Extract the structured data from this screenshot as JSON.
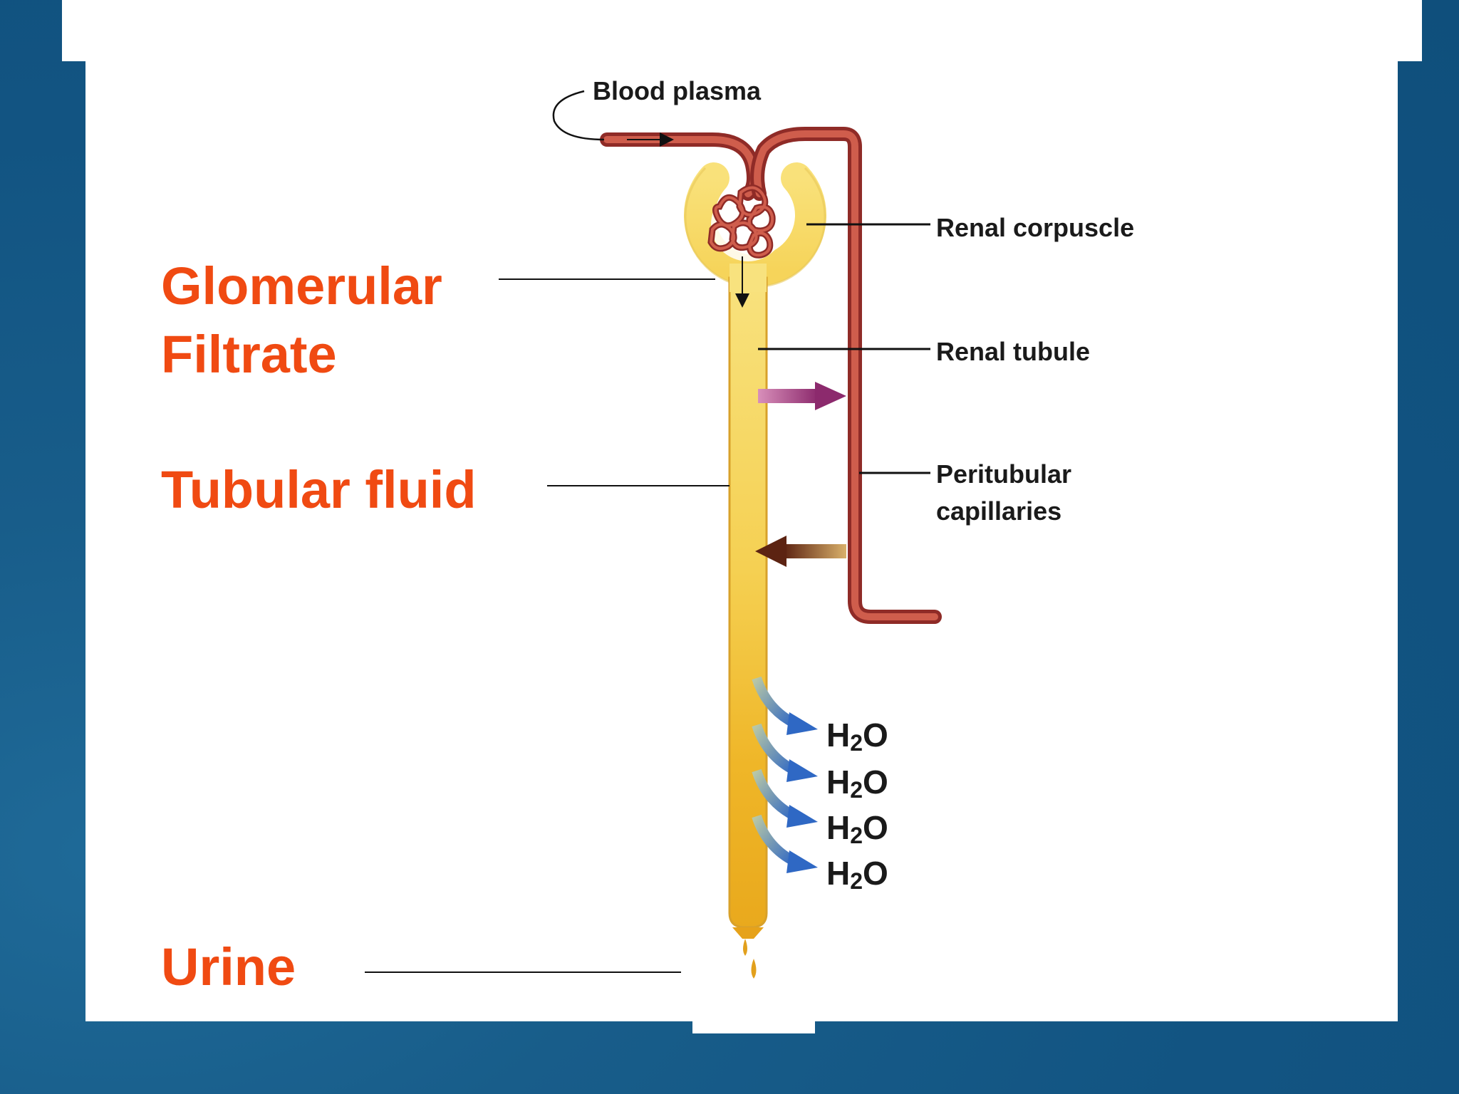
{
  "labels": {
    "blood_plasma": "Blood plasma",
    "renal_corpuscle": "Renal corpuscle",
    "renal_tubule": "Renal tubule",
    "peritubular_line1": "Peritubular",
    "peritubular_line2": "capillaries",
    "water": "H",
    "water_sub": "2",
    "water_tail": "O"
  },
  "stages": {
    "glomerular_line1": "Glomerular",
    "glomerular_line2": "Filtrate",
    "tubular_fluid": "Tubular fluid",
    "urine": "Urine"
  },
  "colors": {
    "stage_label": "#f04a12",
    "vessel": "#b03a34",
    "tubule": "#f2c136",
    "water_arrow": "#3d74c9",
    "secretion_arrow": "#9a2f75",
    "reabsorption_arrow": "#6e2b17"
  }
}
